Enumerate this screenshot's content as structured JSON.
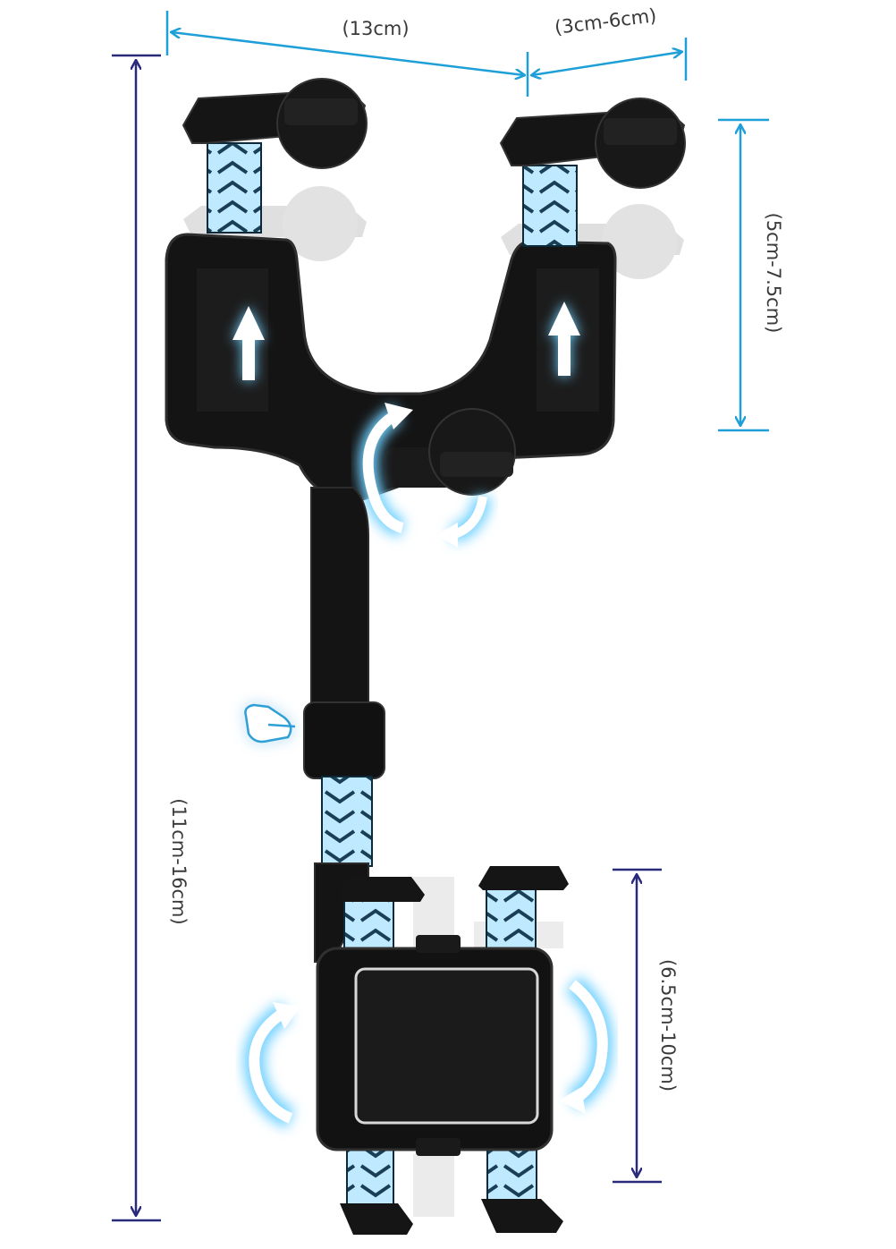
{
  "dimensions": {
    "mirror_clamp_width": "(13cm)",
    "mirror_clip_width": "(3cm-6cm)",
    "mirror_clip_height": "(5cm-7.5cm)",
    "total_length": "(11cm-16cm)",
    "phone_clamp_range": "(6.5cm-10cm)"
  },
  "colors": {
    "dimension_cyan": "#1f9fd8",
    "dimension_navy": "#2a2a7a",
    "holder_black": "#151515",
    "holder_dark": "#2a2a2a",
    "glow_blue": "#6fd0ff",
    "background": "#ffffff"
  },
  "icons": {
    "hand": "pointing-hand-icon",
    "rotate": "rotate-arrow-icon",
    "slide": "up-arrow-icon"
  }
}
